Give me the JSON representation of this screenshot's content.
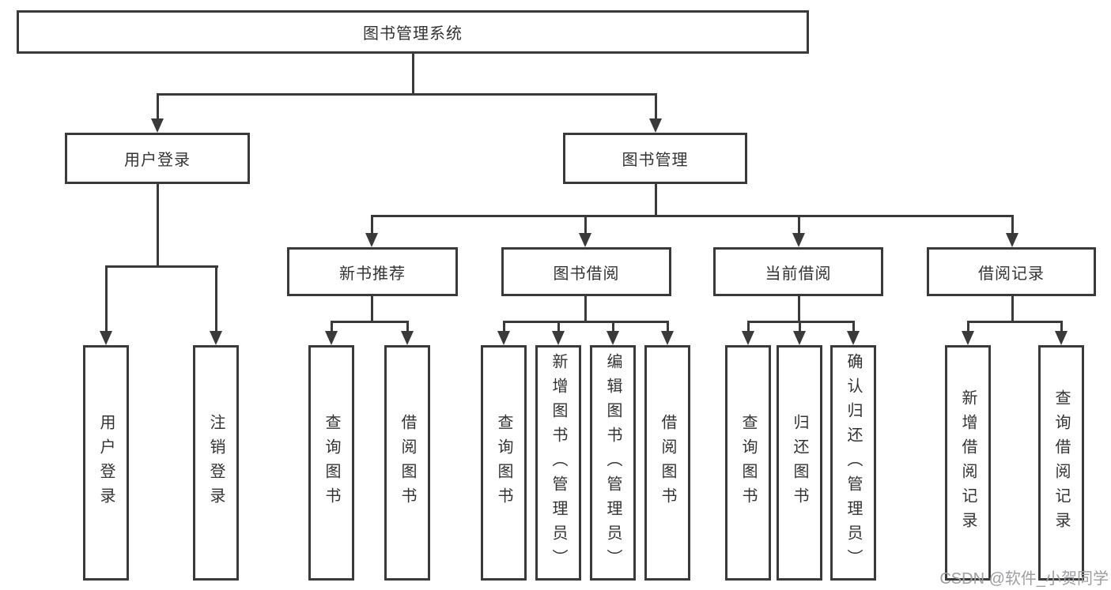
{
  "colors": {
    "line": "#3a3a3a",
    "box_border": "#3a3a3a",
    "text": "#333333",
    "watermark": "#9e9ea2",
    "background": "#ffffff"
  },
  "watermark": {
    "text": "CSDN @软件_小贺同学"
  },
  "tree": {
    "label": "图书管理系统",
    "children": [
      {
        "label": "用户登录",
        "children": [
          {
            "label": "用户登录"
          },
          {
            "label": "注销登录"
          }
        ]
      },
      {
        "label": "图书管理",
        "children": [
          {
            "label": "新书推荐",
            "children": [
              {
                "label": "查询图书"
              },
              {
                "label": "借阅图书"
              }
            ]
          },
          {
            "label": "图书借阅",
            "children": [
              {
                "label": "查询图书"
              },
              {
                "label": "新增图书（管理员）"
              },
              {
                "label": "编辑图书（管理员）"
              },
              {
                "label": "借阅图书"
              }
            ]
          },
          {
            "label": "当前借阅",
            "children": [
              {
                "label": "查询图书"
              },
              {
                "label": "归还图书"
              },
              {
                "label": "确认归还（管理员）"
              }
            ]
          },
          {
            "label": "借阅记录",
            "children": [
              {
                "label": "新增借阅记录"
              },
              {
                "label": "查询借阅记录"
              }
            ]
          }
        ]
      }
    ]
  }
}
